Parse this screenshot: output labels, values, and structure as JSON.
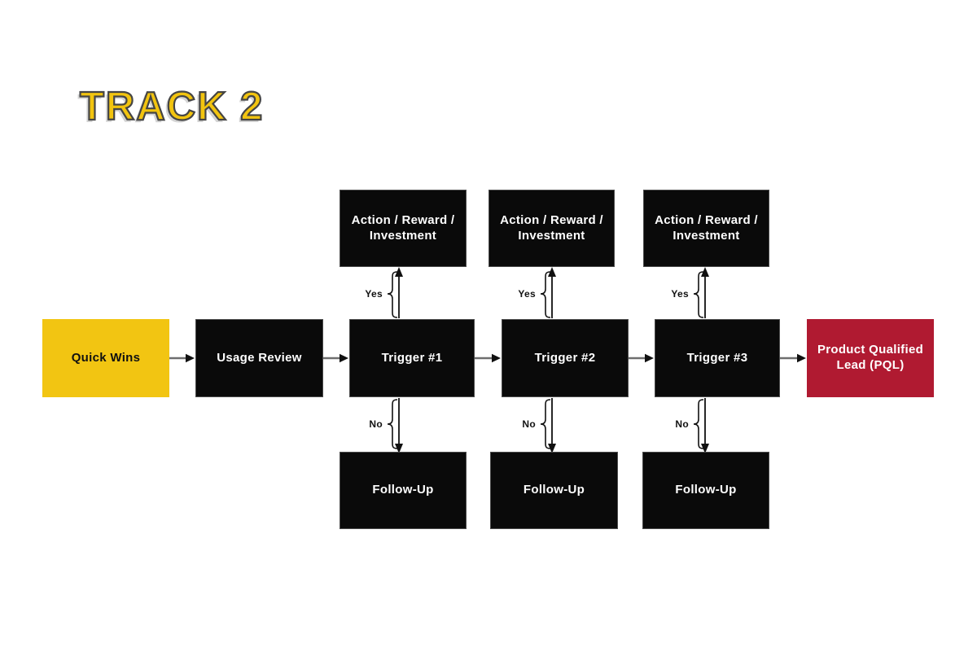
{
  "title": "TRACK 2",
  "palette": {
    "title_yellow": "#F2C40F",
    "title_outline": "#454545",
    "box_black": "#0a0a0a",
    "box_yellow": "#F2C512",
    "box_red": "#B01A31",
    "text_on_dark": "#ffffff",
    "text_on_yellow": "#111111",
    "connector_gray": "#6e6e6e",
    "connector_black": "#111111"
  },
  "nodes": {
    "quick_wins": {
      "label": "Quick Wins"
    },
    "usage_review": {
      "label": "Usage Review"
    },
    "trigger_1": {
      "label": "Trigger #1"
    },
    "trigger_2": {
      "label": "Trigger #2"
    },
    "trigger_3": {
      "label": "Trigger #3"
    },
    "pql": {
      "label": "Product Qualified Lead (PQL)"
    },
    "action_1": {
      "label": "Action / Reward / Investment"
    },
    "action_2": {
      "label": "Action / Reward / Investment"
    },
    "action_3": {
      "label": "Action / Reward / Investment"
    },
    "followup_1": {
      "label": "Follow-Up"
    },
    "followup_2": {
      "label": "Follow-Up"
    },
    "followup_3": {
      "label": "Follow-Up"
    }
  },
  "branch_labels": {
    "yes": "Yes",
    "no": "No"
  }
}
